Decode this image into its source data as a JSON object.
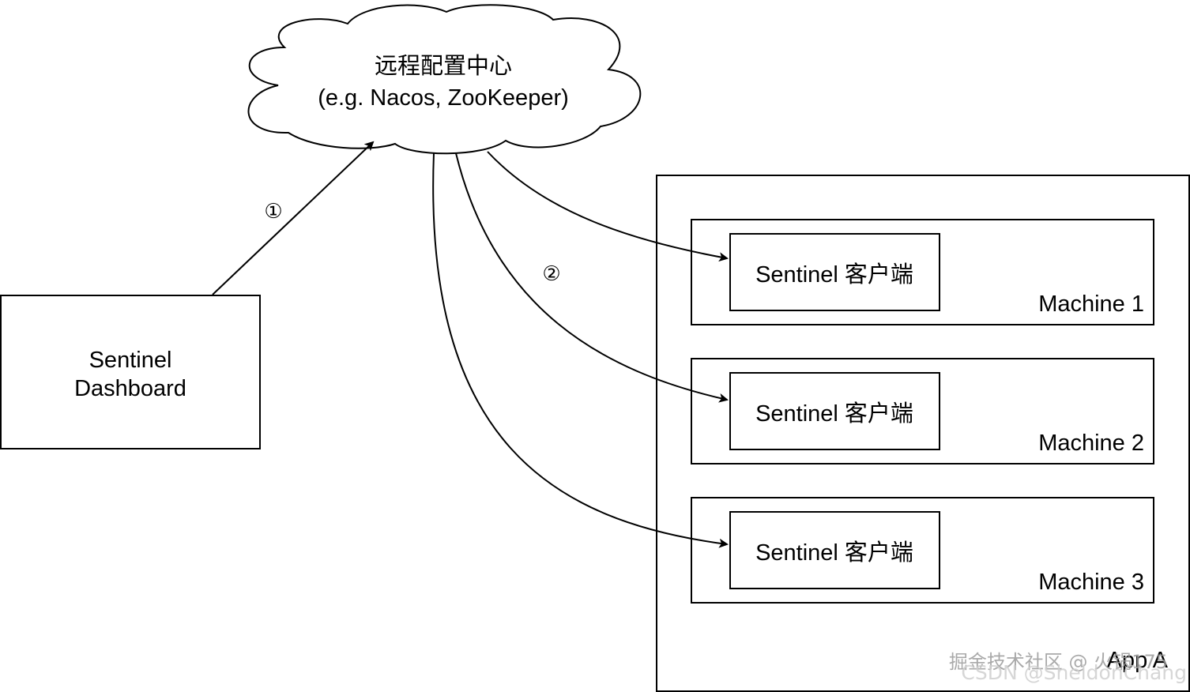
{
  "cloud": {
    "line1": "远程配置中心",
    "line2": "(e.g. Nacos, ZooKeeper)"
  },
  "dashboard": {
    "line1": "Sentinel",
    "line2": "Dashboard"
  },
  "step1": "①",
  "step2": "②",
  "app": {
    "label": "App A",
    "machines": [
      {
        "client_label": "Sentinel 客户端",
        "machine_label": "Machine 1"
      },
      {
        "client_label": "Sentinel 客户端",
        "machine_label": "Machine 2"
      },
      {
        "client_label": "Sentinel 客户端",
        "machine_label": "Machine 3"
      }
    ]
  },
  "watermark": {
    "line1": "掘金技术社区 @ 火锅175",
    "line2": "CSDN @SheldonChang"
  }
}
